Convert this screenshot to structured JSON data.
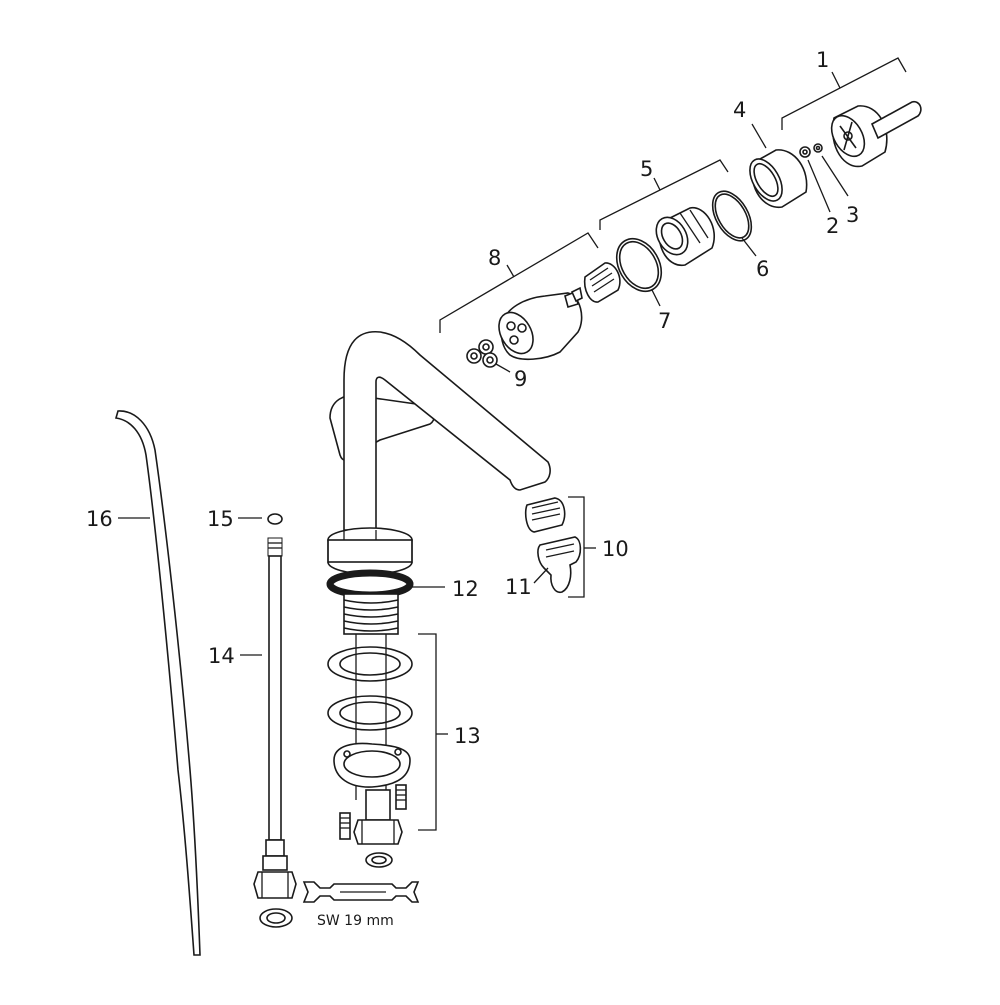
{
  "callouts": {
    "c1": "1",
    "c2": "2",
    "c3": "3",
    "c4": "4",
    "c5": "5",
    "c6": "6",
    "c7": "7",
    "c8": "8",
    "c9": "9",
    "c10": "10",
    "c11": "11",
    "c12": "12",
    "c13": "13",
    "c14": "14",
    "c15": "15",
    "c16": "16"
  },
  "wrench_label": "SW 19 mm",
  "colors": {
    "line": "#1a1a1a",
    "background": "#ffffff"
  }
}
